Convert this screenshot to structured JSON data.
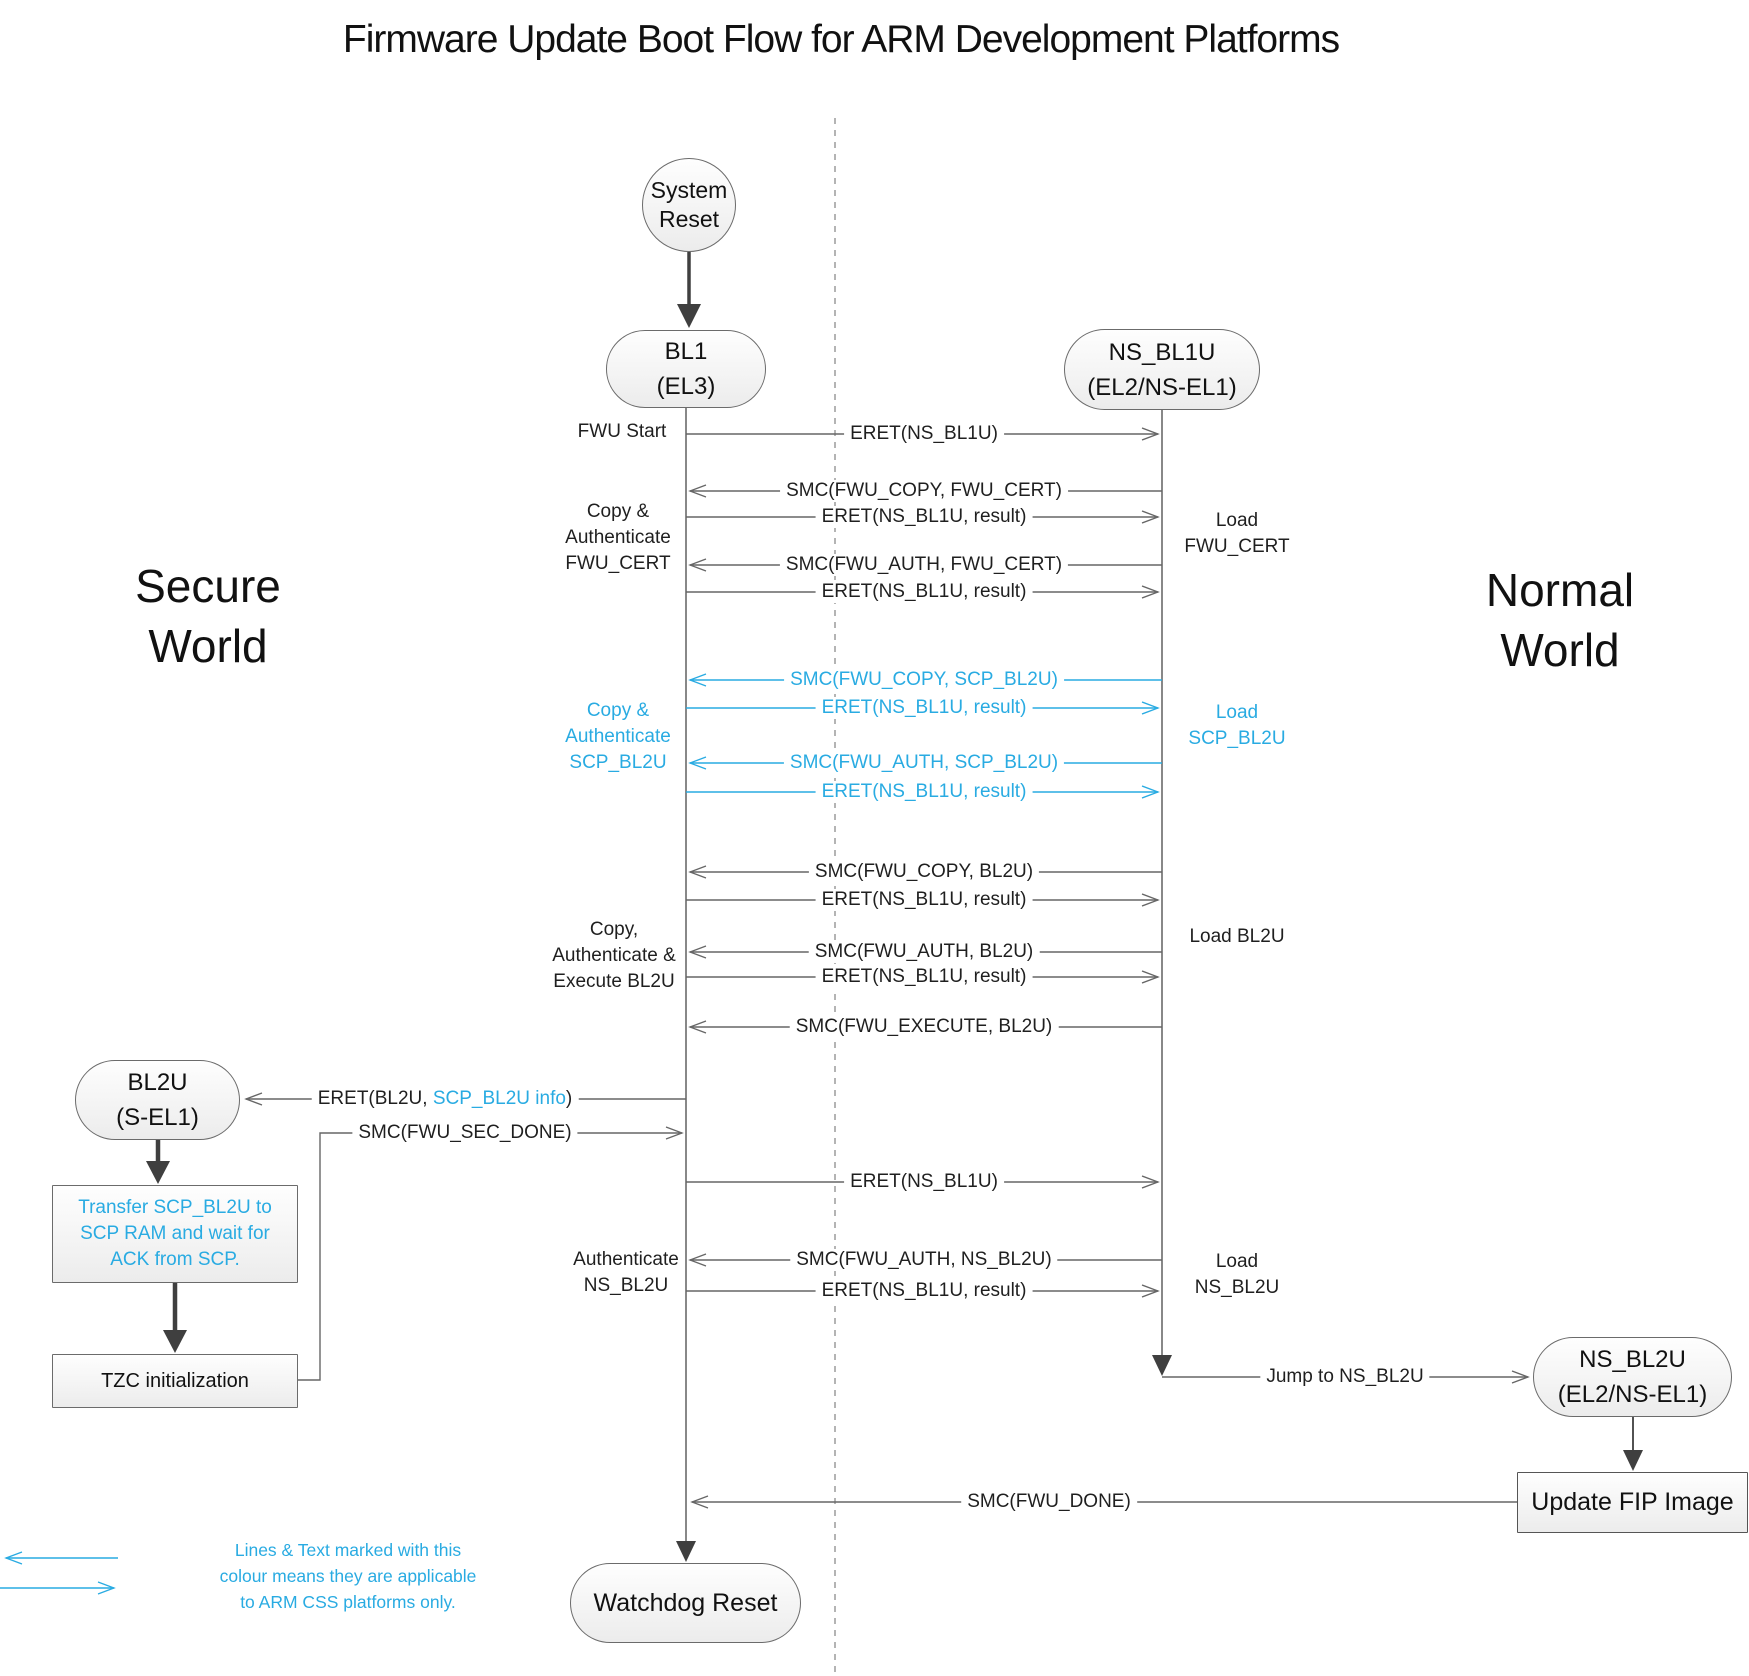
{
  "title": "Firmware Update Boot Flow for ARM Development Platforms",
  "worlds": {
    "secure": "Secure\nWorld",
    "normal": "Normal\nWorld"
  },
  "nodes": {
    "system_reset": "System\nReset",
    "bl1": "BL1\n(EL3)",
    "ns_bl1u": "NS_BL1U\n(EL2/NS-EL1)",
    "bl2u": "BL2U\n(S-EL1)",
    "transfer_scp": "Transfer SCP_BL2U to\nSCP RAM and wait for\nACK from SCP.",
    "tzc": "TZC initialization",
    "ns_bl2u": "NS_BL2U\n(EL2/NS-EL1)",
    "update_fip": "Update FIP Image",
    "watchdog": "Watchdog Reset"
  },
  "side_labels": {
    "fwu_start": "FWU Start",
    "copy_auth_fwu_cert": "Copy &\nAuthenticate\nFWU_CERT",
    "load_fwu_cert": "Load\nFWU_CERT",
    "copy_auth_scp_bl2u": "Copy &\nAuthenticate\nSCP_BL2U",
    "load_scp_bl2u": "Load\nSCP_BL2U",
    "copy_auth_exec_bl2u": "Copy,\nAuthenticate &\nExecute BL2U",
    "load_bl2u": "Load BL2U",
    "auth_ns_bl2u": "Authenticate\nNS_BL2U",
    "load_ns_bl2u": "Load\nNS_BL2U"
  },
  "flow": [
    {
      "text": "ERET(NS_BL1U)",
      "dir": "right",
      "arm_css_only": false
    },
    {
      "text": "SMC(FWU_COPY, FWU_CERT)",
      "dir": "left",
      "arm_css_only": false
    },
    {
      "text": "ERET(NS_BL1U, result)",
      "dir": "right",
      "arm_css_only": false
    },
    {
      "text": "SMC(FWU_AUTH, FWU_CERT)",
      "dir": "left",
      "arm_css_only": false
    },
    {
      "text": "ERET(NS_BL1U, result)",
      "dir": "right",
      "arm_css_only": false
    },
    {
      "text": "SMC(FWU_COPY, SCP_BL2U)",
      "dir": "left",
      "arm_css_only": true
    },
    {
      "text": "ERET(NS_BL1U, result)",
      "dir": "right",
      "arm_css_only": true
    },
    {
      "text": "SMC(FWU_AUTH, SCP_BL2U)",
      "dir": "left",
      "arm_css_only": true
    },
    {
      "text": "ERET(NS_BL1U, result)",
      "dir": "right",
      "arm_css_only": true
    },
    {
      "text": "SMC(FWU_COPY, BL2U)",
      "dir": "left",
      "arm_css_only": false
    },
    {
      "text": "ERET(NS_BL1U, result)",
      "dir": "right",
      "arm_css_only": false
    },
    {
      "text": "SMC(FWU_AUTH, BL2U)",
      "dir": "left",
      "arm_css_only": false
    },
    {
      "text": "ERET(NS_BL1U, result)",
      "dir": "right",
      "arm_css_only": false
    },
    {
      "text": "SMC(FWU_EXECUTE, BL2U)",
      "dir": "left",
      "arm_css_only": false
    },
    {
      "prefix": "ERET(BL2U, ",
      "highlight": "SCP_BL2U info",
      "suffix": ")",
      "dir": "left-to-bl2u",
      "arm_css_only": false
    },
    {
      "text": "SMC(FWU_SEC_DONE)",
      "dir": "right",
      "arm_css_only": false
    },
    {
      "text": "ERET(NS_BL1U)",
      "dir": "right",
      "arm_css_only": false
    },
    {
      "text": "SMC(FWU_AUTH, NS_BL2U)",
      "dir": "left",
      "arm_css_only": false
    },
    {
      "text": "ERET(NS_BL1U, result)",
      "dir": "right",
      "arm_css_only": false
    },
    {
      "text": "Jump to NS_BL2U",
      "dir": "right-to-ns-bl2u",
      "arm_css_only": false
    },
    {
      "text": "SMC(FWU_DONE)",
      "dir": "left-from-update-fip",
      "arm_css_only": false
    }
  ],
  "legend": {
    "text": "Lines & Text marked with this\ncolour means they are applicable\nto ARM CSS platforms only."
  },
  "colors": {
    "arm_css_cyan": "#29ABE2",
    "line_gray": "#666666",
    "dark_arrow": "#3f3f3f",
    "text_dark": "#1f1f1f"
  }
}
